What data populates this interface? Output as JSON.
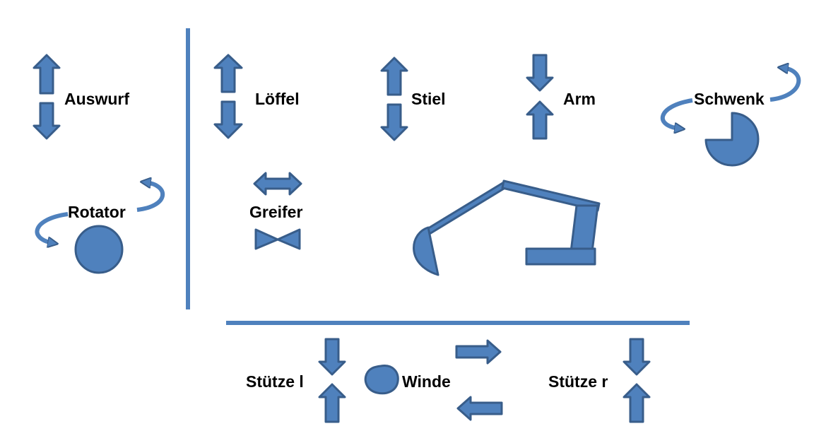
{
  "labels": {
    "auswurf": "Auswurf",
    "loeffel": "Löffel",
    "stiel": "Stiel",
    "arm": "Arm",
    "schwenk": "Schwenk",
    "rotator": "Rotator",
    "greifer": "Greifer",
    "stuetze_l": "Stütze l",
    "winde": "Winde",
    "stuetze_r": "Stütze r"
  },
  "colors": {
    "fill": "#4f81bd",
    "outline": "#385d8a",
    "text": "#000000"
  },
  "icons": [
    "double-vertical-arrows-icon",
    "converging-arrows-icon",
    "rotation-arrows-icon",
    "pie-sector-icon",
    "circle-icon",
    "double-headed-horizontal-arrow-icon",
    "bowtie-gripper-icon",
    "excavator-icon",
    "winch-drum-icon",
    "opposing-horizontal-arrows-icon"
  ]
}
